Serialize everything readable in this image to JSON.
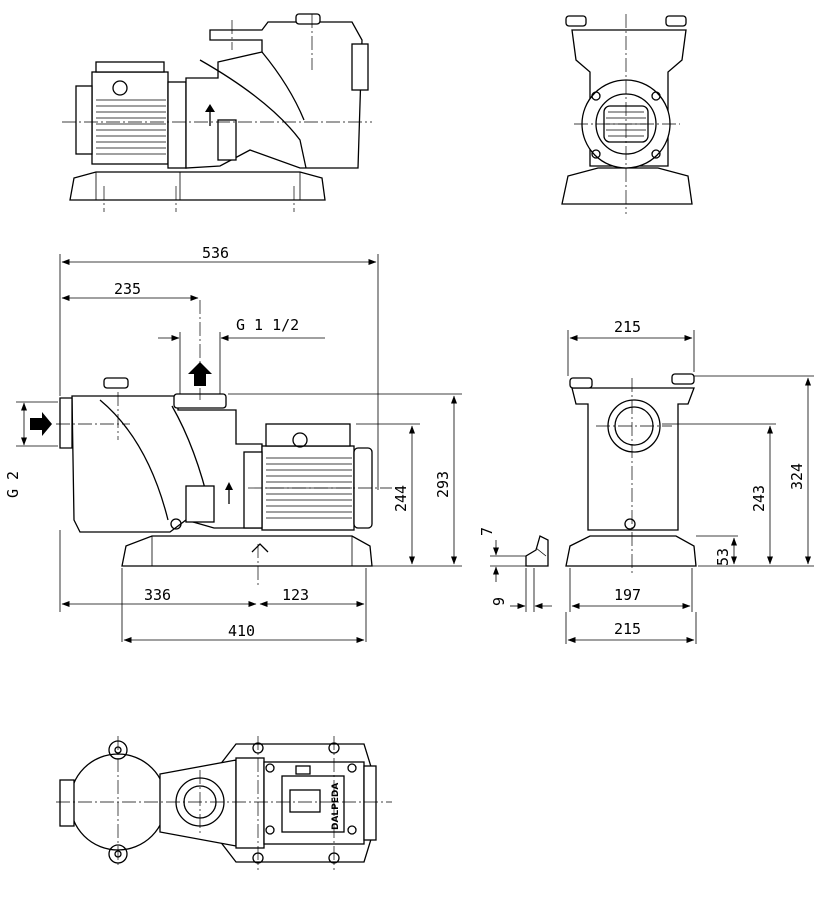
{
  "dimensions": {
    "overall_length": "536",
    "outlet_offset": "235",
    "outlet_thread": "G 1 1/2",
    "inlet_thread": "G 2",
    "base_front": "336",
    "base_rear": "123",
    "base_length": "410",
    "outlet_height": "293",
    "motor_axis_height": "244",
    "width_top": "215",
    "total_height": "324",
    "inlet_height": "243",
    "foot_height": "53",
    "foot_width": "197",
    "width_bottom": "215",
    "foot_thickness": "7",
    "foot_slot": "9"
  },
  "labels": {
    "brand": "DALPEDA"
  }
}
